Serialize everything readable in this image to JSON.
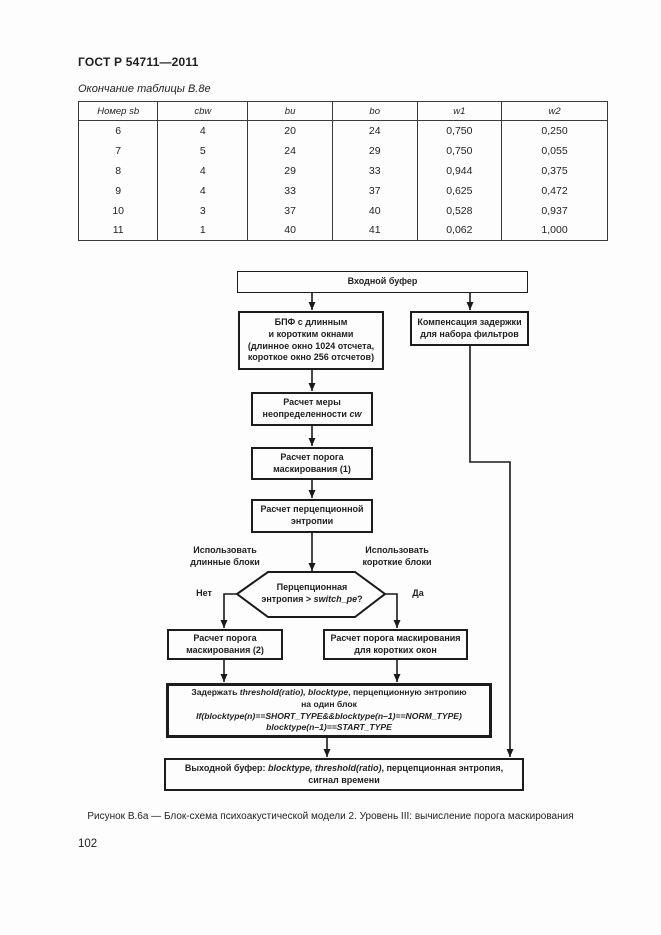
{
  "page": {
    "header": "ГОСТ Р 54711—2011",
    "table_caption": "Окончание таблицы В.8е",
    "figure_caption": "Рисунок В.6а — Блок-схема психоакустической модели 2. Уровень III: вычисление порога маскирования",
    "page_number": "102"
  },
  "table": {
    "headers": [
      {
        "text": "Номер ",
        "italic": "sb"
      },
      {
        "text": "",
        "italic": "cbw"
      },
      {
        "text": "",
        "italic": "bu"
      },
      {
        "text": "",
        "italic": "bo"
      },
      {
        "text": "",
        "italic": "w1"
      },
      {
        "text": "",
        "italic": "w2"
      }
    ],
    "rows": [
      [
        "6",
        "4",
        "20",
        "24",
        "0,750",
        "0,250"
      ],
      [
        "7",
        "5",
        "24",
        "29",
        "0,750",
        "0,055"
      ],
      [
        "8",
        "4",
        "29",
        "33",
        "0,944",
        "0,375"
      ],
      [
        "9",
        "4",
        "33",
        "37",
        "0,625",
        "0,472"
      ],
      [
        "10",
        "3",
        "37",
        "40",
        "0,528",
        "0,937"
      ],
      [
        "11",
        "1",
        "40",
        "41",
        "0,062",
        "1,000"
      ]
    ]
  },
  "flowchart": {
    "input_buffer": "Входной буфер",
    "fft": {
      "l1": "БПФ с длинным",
      "l2": "и коротким окнами",
      "l3": "(длинное окно 1024 отсчета,",
      "l4": "короткое окно 256 отсчетов)"
    },
    "delay_comp": {
      "l1": "Компенсация задержки",
      "l2": "для набора фильтров"
    },
    "uncertainty": {
      "l1": "Расчет меры",
      "l2pre": "неопределенности ",
      "l2it": "cw"
    },
    "threshold1": {
      "l1": "Расчет порога",
      "l2": "маскирования (1)"
    },
    "perceptual_entropy": {
      "l1": "Расчет перцепционной",
      "l2": "энтропии"
    },
    "use_long": {
      "l1": "Использовать",
      "l2": "длинные блоки"
    },
    "use_short": {
      "l1": "Использовать",
      "l2": "короткие блоки"
    },
    "decision": {
      "l1": "Перцепционная",
      "l2pre": "энтропия > ",
      "l2it": "switch_pe",
      "l2post": "?"
    },
    "no_label": "Нет",
    "yes_label": "Да",
    "threshold2": {
      "l1": "Расчет порога",
      "l2": "маскирования (2)"
    },
    "threshold_short": {
      "l1": "Расчет порога маскирования",
      "l2": "для коротких окон"
    },
    "delay_block": {
      "l1pre": "Задержать ",
      "l1it": "threshold(ratio), blocktype",
      "l1post": ", перцепционную энтропию",
      "l2": "на один блок",
      "l3": "If(blocktype(n)==SHORT_TYPE&&blocktype(n–1)==NORM_TYPE)",
      "l4": "blocktype(n–1)==START_TYPE"
    },
    "output_buffer": {
      "l1pre": "Выходной буфер: ",
      "l1it": "blocktype, threshold(ratio)",
      "l1post": ", перцепционная энтропия,",
      "l2": "сигнал времени"
    }
  }
}
